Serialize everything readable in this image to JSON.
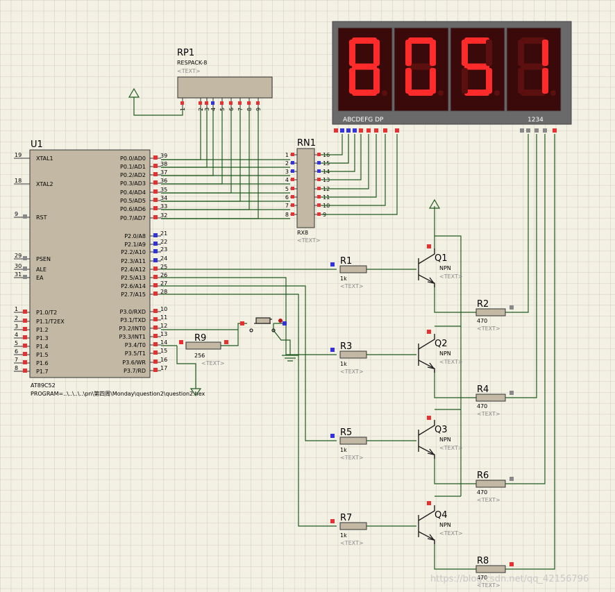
{
  "display": {
    "digits": [
      "8",
      "0",
      "5",
      "1"
    ],
    "segment_label": "ABCDEFG  DP",
    "digit_label": "1234",
    "on_color": "#ff2b2b",
    "off_color": "#5c0f0f",
    "body_color": "#6a6a6a"
  },
  "rp1": {
    "ref": "RP1",
    "value": "RESPACK-8",
    "text": "<TEXT>",
    "pins": [
      "1",
      "2",
      "3",
      "4",
      "5",
      "6",
      "7",
      "8",
      "9"
    ]
  },
  "rn1": {
    "ref": "RN1",
    "value": "RX8",
    "text": "<TEXT>",
    "left_pins": [
      "1",
      "2",
      "3",
      "4",
      "5",
      "6",
      "7",
      "8"
    ],
    "right_pins": [
      "16",
      "15",
      "14",
      "13",
      "12",
      "11",
      "10",
      "9"
    ]
  },
  "u1": {
    "ref": "U1",
    "part": "AT89C52",
    "program": "PROGRAM=..\\..\\..\\..\\pn\\第四周\\Monday\\question2\\question2.hex",
    "left_pins": [
      {
        "num": "19",
        "name": "XTAL1"
      },
      {
        "num": "18",
        "name": "XTAL2"
      },
      {
        "num": "9",
        "name": "RST"
      },
      {
        "num": "29",
        "name": "PSEN"
      },
      {
        "num": "30",
        "name": "ALE"
      },
      {
        "num": "31",
        "name": "EA"
      },
      {
        "num": "1",
        "name": "P1.0/T2"
      },
      {
        "num": "2",
        "name": "P1.1/T2EX"
      },
      {
        "num": "3",
        "name": "P1.2"
      },
      {
        "num": "4",
        "name": "P1.3"
      },
      {
        "num": "5",
        "name": "P1.4"
      },
      {
        "num": "6",
        "name": "P1.5"
      },
      {
        "num": "7",
        "name": "P1.6"
      },
      {
        "num": "8",
        "name": "P1.7"
      }
    ],
    "right_pins": [
      {
        "num": "39",
        "name": "P0.0/AD0"
      },
      {
        "num": "38",
        "name": "P0.1/AD1"
      },
      {
        "num": "37",
        "name": "P0.2/AD2"
      },
      {
        "num": "36",
        "name": "P0.3/AD3"
      },
      {
        "num": "35",
        "name": "P0.4/AD4"
      },
      {
        "num": "34",
        "name": "P0.5/AD5"
      },
      {
        "num": "33",
        "name": "P0.6/AD6"
      },
      {
        "num": "32",
        "name": "P0.7/AD7"
      },
      {
        "num": "21",
        "name": "P2.0/A8"
      },
      {
        "num": "22",
        "name": "P2.1/A9"
      },
      {
        "num": "23",
        "name": "P2.2/A10"
      },
      {
        "num": "24",
        "name": "P2.3/A11"
      },
      {
        "num": "25",
        "name": "P2.4/A12"
      },
      {
        "num": "26",
        "name": "P2.5/A13"
      },
      {
        "num": "27",
        "name": "P2.6/A14"
      },
      {
        "num": "28",
        "name": "P2.7/A15"
      },
      {
        "num": "10",
        "name": "P3.0/RXD"
      },
      {
        "num": "11",
        "name": "P3.1/TXD"
      },
      {
        "num": "12",
        "name": "P3.2/INT0"
      },
      {
        "num": "13",
        "name": "P3.3/INT1"
      },
      {
        "num": "14",
        "name": "P3.4/T0"
      },
      {
        "num": "15",
        "name": "P3.5/T1"
      },
      {
        "num": "16",
        "name": "P3.6/WR"
      },
      {
        "num": "17",
        "name": "P3.7/RD"
      }
    ]
  },
  "r9": {
    "ref": "R9",
    "value": "256",
    "text": "<TEXT>"
  },
  "base_resistors": [
    {
      "ref": "R1",
      "value": "1k",
      "text": "<TEXT>"
    },
    {
      "ref": "R3",
      "value": "1k",
      "text": "<TEXT>"
    },
    {
      "ref": "R5",
      "value": "1k",
      "text": "<TEXT>"
    },
    {
      "ref": "R7",
      "value": "1k",
      "text": "<TEXT>"
    }
  ],
  "transistors": [
    {
      "ref": "Q1",
      "type": "NPN",
      "text": "<TEXT>"
    },
    {
      "ref": "Q2",
      "type": "NPN",
      "text": "<TEXT>"
    },
    {
      "ref": "Q3",
      "type": "NPN",
      "text": "<TEXT>"
    },
    {
      "ref": "Q4",
      "type": "NPN",
      "text": "<TEXT>"
    }
  ],
  "collector_resistors": [
    {
      "ref": "R2",
      "value": "470",
      "text": "<TEXT>"
    },
    {
      "ref": "R4",
      "value": "470",
      "text": "<TEXT>"
    },
    {
      "ref": "R6",
      "value": "470",
      "text": "<TEXT>"
    },
    {
      "ref": "R8",
      "value": "470",
      "text": "<TEXT>"
    }
  ],
  "watermark": "https://blog.csdn.net/qq_42156796",
  "colors": {
    "wire": "#1f5a1f",
    "body": "#c2b8a4",
    "pin_red": "#e83030",
    "pin_blue": "#3333dd",
    "pin_gray": "#888888"
  }
}
